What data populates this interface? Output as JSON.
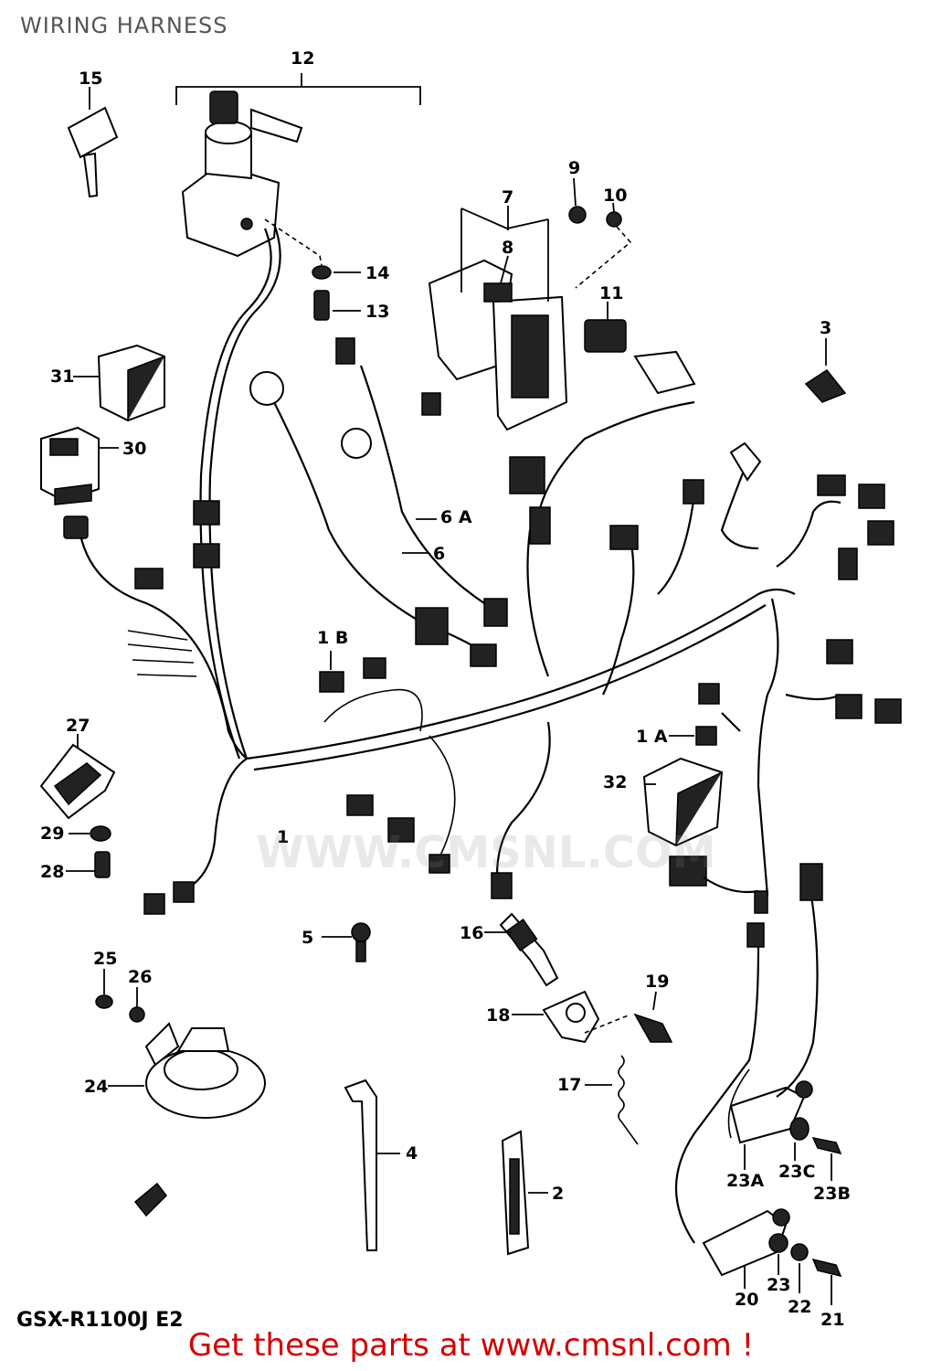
{
  "page": {
    "title": "WIRING HARNESS",
    "model": "GSX-R1100J E2",
    "footer": "Get these parts at www.cmsnl.com !",
    "watermark": "WWW.CMSNL.COM"
  },
  "colors": {
    "footer_text": "#d40000",
    "watermark": "#8a8a8a",
    "line": "#000000"
  },
  "callouts": {
    "n1": "1",
    "n1a": "1 A",
    "n1b": "1 B",
    "n2": "2",
    "n3": "3",
    "n4": "4",
    "n5": "5",
    "n6": "6",
    "n6a": "6 A",
    "n7": "7",
    "n8": "8",
    "n9": "9",
    "n10": "10",
    "n11": "11",
    "n12": "12",
    "n13": "13",
    "n14": "14",
    "n15": "15",
    "n16": "16",
    "n17": "17",
    "n18": "18",
    "n19": "19",
    "n20": "20",
    "n21": "21",
    "n22": "22",
    "n23": "23",
    "n23a": "23A",
    "n23b": "23B",
    "n23c": "23C",
    "n24": "24",
    "n25": "25",
    "n26": "26",
    "n27": "27",
    "n28": "28",
    "n29": "29",
    "n30": "30",
    "n31": "31",
    "n32": "32"
  }
}
